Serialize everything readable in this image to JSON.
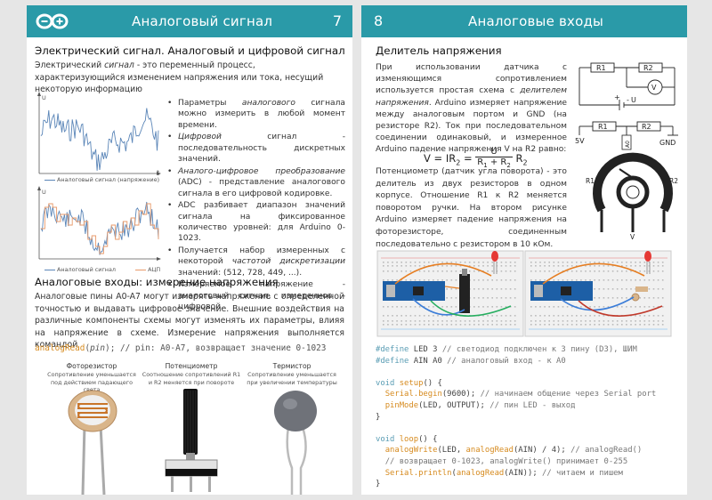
{
  "left_page": {
    "header": {
      "title": "Аналоговый сигнал",
      "page_number": "7"
    },
    "section1": {
      "heading": "Электрический сигнал. Аналоговый и цифровой сигнал",
      "intro_a": "Электрический ",
      "intro_em": "сигнал",
      "intro_b": " - это переменный процесс, характеризующийся изменением напряжения или тока, несущий некоторую информацию"
    },
    "bullets": [
      {
        "a": "Параметры ",
        "em": "аналогового",
        "b": " сигнала можно измерить в любой момент времени."
      },
      {
        "a": "",
        "em": "Цифровой",
        "b": " сигнал - последовательность дискретных значений."
      },
      {
        "a": "",
        "em": "Аналого-цифровое преобразование",
        "b": " (ADC) - представление аналогового сигнала в его цифровой кодировке."
      },
      {
        "a": "ADC разбивает диапазон значений сигнала на фиксированное количество уровней: для Arduino 0-1023.",
        "em": "",
        "b": ""
      },
      {
        "a": "Получается набор измеренных с некоторой ",
        "em": "частотой дискретизации",
        "b": " значений: (512, 728, 449, ...)."
      },
      {
        "a": "Измеряемое напряжение - аналоговый сигнал, измеренное - цифровой.",
        "em": "",
        "b": ""
      }
    ],
    "charts": {
      "axis_u": "U",
      "axis_t": "t",
      "legend1": "Аналоговый сигнал (напряжение)",
      "legend2_analog": "Аналоговый сигнал",
      "legend2_adc": "АЦП",
      "analog_color": "#5b86b8",
      "adc_color": "#e89a6a"
    },
    "section2": {
      "heading": "Аналоговые входы: измерение напряжения",
      "text": "Аналоговые пины A0-A7 могут измерять напряжение с определенной точностью и выдавать цифровое значение. Внешние воздействия на различные компоненты схемы могут изменять их параметры, влияя на напряжение в схеме. Измерение напряжения выполняется командой",
      "sig_fn": "analogRead",
      "sig_arg": "pin",
      "sig_comment": "// pin: A0-A7, возвращает значение 0-1023"
    },
    "components": [
      {
        "title": "Фоторезистор",
        "desc": "Сопротивление уменьшается под действием падающего света"
      },
      {
        "title": "Потенциометр",
        "desc": "Соотношение сопротивлений R1 и R2 меняется при повороте"
      },
      {
        "title": "Термистор",
        "desc": "Сопротивление уменьшается при увеличении температуры"
      }
    ]
  },
  "right_page": {
    "header": {
      "title": "Аналоговые входы",
      "page_number": "8"
    },
    "section": {
      "heading": "Делитель напряжения",
      "p1_a": "При использовании датчика с изменяющимся сопротивлением используется простая схема с ",
      "p1_em": "делителем напряжения",
      "p1_b": ". Arduino измеряет напряжение между аналоговым портом и GND (на резисторе R2). Ток при последовательном соединении одинаковый, и измеренное Arduino падение напряжения V на R2 равно:",
      "p2": "Потенциометр (датчик угла поворота) - это делитель из двух резисторов в одном корпусе. Отношение R1 к R2 меняется поворотом ручки. На втором рисунке Arduino измеряет падение напряжения на фоторезисторе, соединенным последовательно с резистором в 10 кОм."
    },
    "formula": {
      "lhs": "V = IR",
      "sub2": "2",
      "eq": " = ",
      "num": "U",
      "den_a": "R",
      "den_sub1": "1",
      "den_plus": " + R",
      "den_sub2": "2",
      "rhs": " R",
      "rhs_sub": "2"
    },
    "circuit": {
      "r1": "R1",
      "r2": "R2",
      "v": "V",
      "u": "U",
      "five_v": "5V",
      "a0": "A0",
      "gnd": "GND",
      "plus": "+",
      "minus": "-"
    },
    "pot_labels": {
      "r1": "R1",
      "r2": "R2",
      "v": "V"
    },
    "code": {
      "l1_kw": "#define",
      "l1_rest": " LED 3 ",
      "l1_cm": "// светодиод подключен к 3 пину (D3), ШИМ",
      "l2_kw": "#define",
      "l2_rest": " AIN A0 ",
      "l2_cm": "// аналоговый вход - к A0",
      "l4_kw": "void",
      "l4_fn": " setup",
      "l4_rest": "() {",
      "l5_fn": "Serial.begin",
      "l5_rest": "(9600); ",
      "l5_cm": "// начинаем общение через Serial port",
      "l6_fn": "pinMode",
      "l6_rest": "(LED, OUTPUT); ",
      "l6_cm": "// пин LED - выход",
      "l7": "}",
      "l9_kw": "void",
      "l9_fn": " loop",
      "l9_rest": "() {",
      "l10_fn": "analogWrite",
      "l10_a": "(LED, ",
      "l10_fn2": "analogRead",
      "l10_b": "(AIN) / 4); ",
      "l10_cm": "// analogRead()",
      "l11_cm": "// возвращает 0-1023, analogWrite() принимает 0-255",
      "l12_fn": "Serial.println",
      "l12_a": "(",
      "l12_fn2": "analogRead",
      "l12_b": "(AIN)); ",
      "l12_cm": "// читаем и пишем",
      "l13": "}"
    }
  }
}
